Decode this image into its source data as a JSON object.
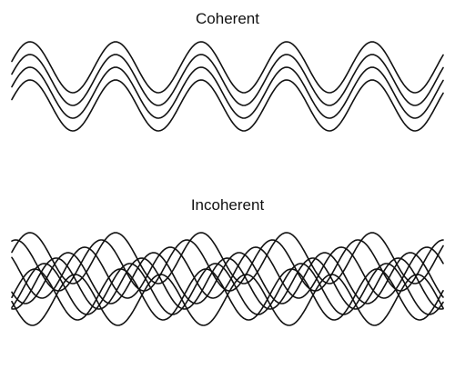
{
  "panels": {
    "coherent": {
      "title": "Coherent",
      "waves": [
        {
          "phase_deg": 0
        },
        {
          "phase_deg": 0
        },
        {
          "phase_deg": 0
        },
        {
          "phase_deg": 0
        }
      ]
    },
    "incoherent": {
      "title": "Incoherent",
      "waves": [
        {
          "phase_deg": 0
        },
        {
          "phase_deg": 60
        },
        {
          "phase_deg": 130
        },
        {
          "phase_deg": 200
        },
        {
          "phase_deg": 250
        },
        {
          "phase_deg": 300
        },
        {
          "phase_deg": 340
        },
        {
          "phase_deg": 170
        }
      ]
    }
  },
  "colors": {
    "line": "#111111",
    "background": "#ffffff"
  }
}
